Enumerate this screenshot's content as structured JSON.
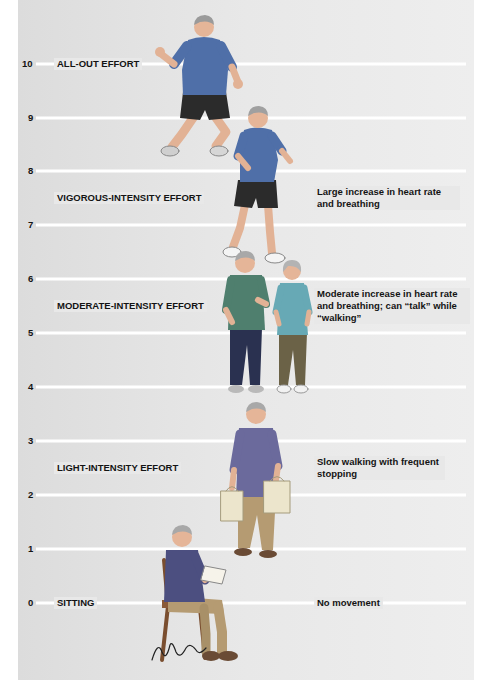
{
  "diagram": {
    "labels": [
      "10",
      "ALL-OUT EFFORT",
      "9",
      "8",
      "VIGOROUS-INTENSITY EFFORT",
      "Large increase in heart rate and breathing",
      "7",
      "6",
      "MODERATE-INTENSITY EFFORT",
      "Moderate increase in heart rate and breathing; can “talk” while “walking”",
      "5",
      "4",
      "3",
      "LIGHT-INTENSITY EFFORT",
      "Slow walking with frequent stopping",
      "2",
      "1",
      "0",
      "SITTING",
      "No movement"
    ]
  }
}
